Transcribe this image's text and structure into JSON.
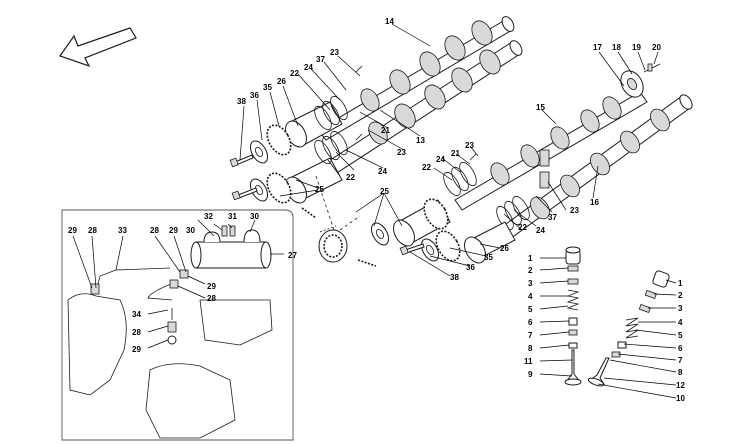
{
  "diagram": {
    "labels": {
      "L14": "14",
      "L23a": "23",
      "L37a": "37",
      "L24a": "24",
      "L22a": "22",
      "L26a": "26",
      "L35a": "35",
      "L36a": "36",
      "L38a": "38",
      "L21a": "21",
      "L23b": "23",
      "L13": "13",
      "L24b": "24",
      "L22b": "22",
      "L25a": "25",
      "L17": "17",
      "L18": "18",
      "L19": "19",
      "L20": "20",
      "L15": "15",
      "L23c": "23",
      "L21b": "21",
      "L24c": "24",
      "L22c": "22",
      "L37b": "37",
      "L23d": "23",
      "L16": "16",
      "L25b": "25",
      "L22d": "22",
      "L24d": "24",
      "L26b": "26",
      "L35b": "35",
      "L36b": "36",
      "L38b": "38",
      "L32": "32",
      "L31": "31",
      "L30a": "30",
      "L30b": "30",
      "L27": "27",
      "L29a": "29",
      "L28a": "28",
      "L33": "33",
      "L28b": "28",
      "L29b": "29",
      "L29c": "29",
      "L28c": "28",
      "L34": "34",
      "L28d": "28",
      "L29d": "29",
      "V1": "1",
      "V2": "2",
      "V3": "3",
      "V4": "4",
      "V5": "5",
      "V6": "6",
      "V7": "7",
      "V8": "8",
      "V11": "11",
      "V9": "9",
      "W1": "1",
      "W2": "2",
      "W3": "3",
      "W4": "4",
      "W5": "5",
      "W6": "6",
      "W7": "7",
      "W8": "8",
      "W12": "12",
      "W10": "10"
    }
  }
}
